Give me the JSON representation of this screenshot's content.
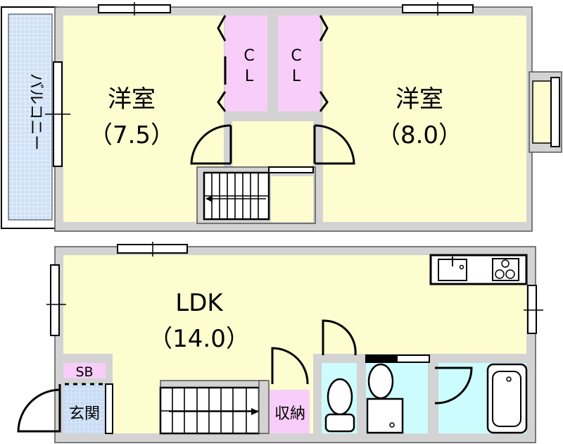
{
  "floor_plan": {
    "upper_floor": {
      "balcony": {
        "label": "バルコニー"
      },
      "room_left": {
        "name": "洋室",
        "size": "（7.5）"
      },
      "room_right": {
        "name": "洋室",
        "size": "（8.0）"
      },
      "closet_left": {
        "line1": "C",
        "line2": "L"
      },
      "closet_right": {
        "line1": "C",
        "line2": "L"
      }
    },
    "lower_floor": {
      "ldk": {
        "name": "LDK",
        "size": "（14.0）"
      },
      "shoe_box": {
        "label": "SB"
      },
      "entrance": {
        "label": "玄関"
      },
      "storage": {
        "label": "収納"
      }
    },
    "colors": {
      "room": "#fefdd0",
      "closet": "#f9cdf9",
      "wet_area": "#ccfcfd",
      "wall": "#d3d3d3"
    }
  }
}
